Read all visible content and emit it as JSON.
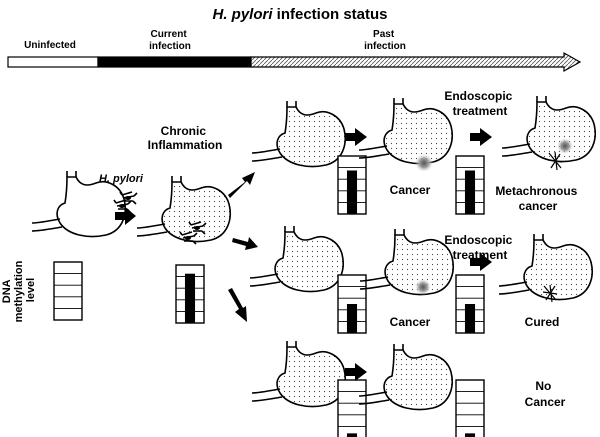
{
  "title": {
    "italic": "H. pylori",
    "rest": " infection status"
  },
  "timeline": {
    "uninfected": "Uninfected",
    "current": [
      "Current",
      "infection"
    ],
    "past": [
      "Past",
      "infection"
    ]
  },
  "ylabel": [
    "DNA",
    "methylation",
    "level"
  ],
  "bacteria_label": "H. pylori",
  "labels": {
    "chronic": [
      "Chronic",
      "Inflammation"
    ],
    "endo_top": [
      "Endoscopic",
      "treatment"
    ],
    "endo_mid": [
      "Endoscopic",
      "treatment"
    ],
    "cancer_top": "Cancer",
    "metachronous": [
      "Metachronous",
      "cancer"
    ],
    "cancer_mid": "Cancer",
    "cured": "Cured",
    "nocancer": [
      "No",
      "Cancer"
    ]
  },
  "methylation_levels": {
    "uninfected": 0,
    "chronic": 0.85,
    "top_past": 0.75,
    "top_cancer": 0.75,
    "mid_past": 0.5,
    "mid_cancer": 0.5,
    "bottom_past": 0.08,
    "bottom_final": 0.08
  },
  "colors": {
    "ink": "#000000",
    "paper": "#ffffff",
    "tumor": "#777777"
  }
}
